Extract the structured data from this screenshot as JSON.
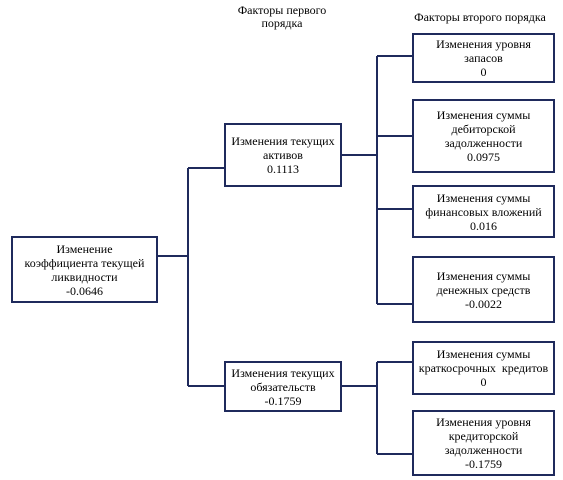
{
  "headers": {
    "first_order": [
      "Факторы первого",
      "порядка"
    ],
    "second_order": "Факторы второго порядка"
  },
  "root": {
    "label": [
      "Изменение",
      "коэффициента текущей",
      "ликвидности"
    ],
    "value": "-0.0646"
  },
  "first_order": [
    {
      "label": [
        "Изменения текущих",
        "активов"
      ],
      "value": "0.1113"
    },
    {
      "label": [
        "Изменения текущих",
        "обязательств"
      ],
      "value": "-0.1759"
    }
  ],
  "second_order": [
    {
      "label": [
        "Изменения уровня",
        "запасов"
      ],
      "value": "0"
    },
    {
      "label": [
        "Изменения суммы",
        "дебиторской",
        "задолженности"
      ],
      "value": "0.0975"
    },
    {
      "label": [
        "Изменения суммы",
        "финансовых вложений"
      ],
      "value": "0.016"
    },
    {
      "label": [
        "Изменения суммы",
        "денежных средств"
      ],
      "value": "-0.0022"
    },
    {
      "label": [
        "Изменения суммы",
        "краткосрочных  кредитов"
      ],
      "value": "0"
    },
    {
      "label": [
        "Изменения уровня",
        "кредиторской",
        "задолженности"
      ],
      "value": "-0.1759"
    }
  ]
}
